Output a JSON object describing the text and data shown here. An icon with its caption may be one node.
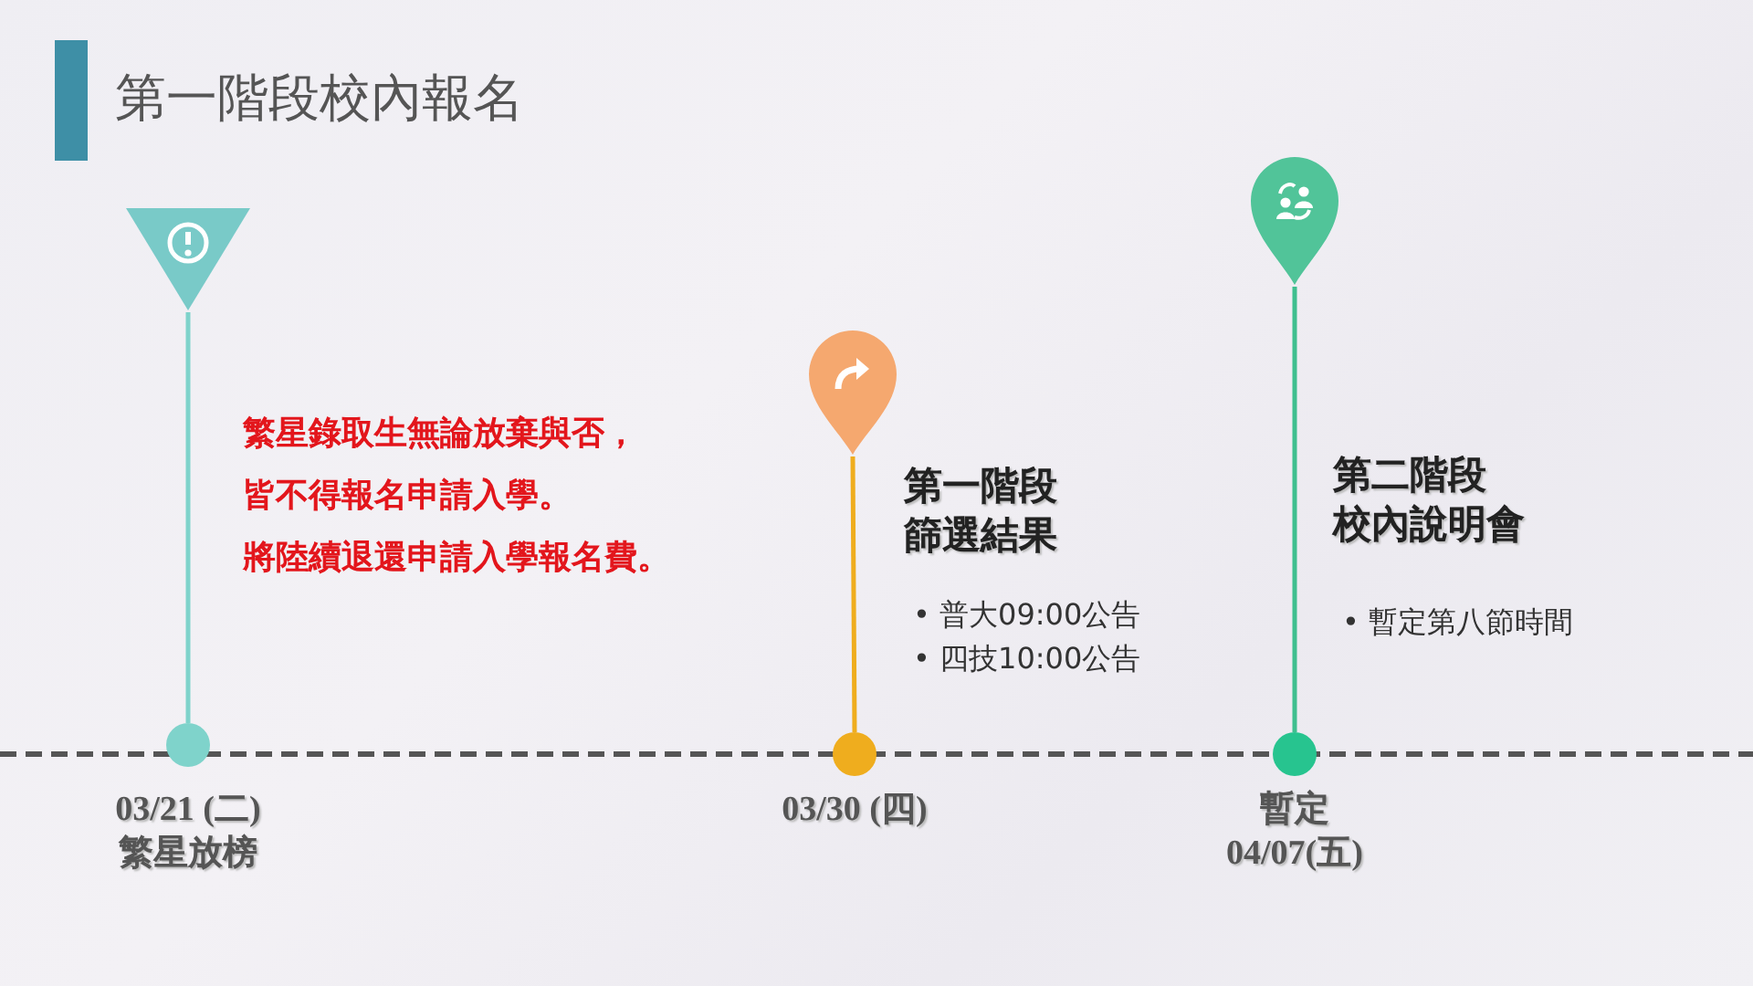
{
  "diagram": {
    "title": "第一階段校內報名",
    "nodes": [
      {
        "text": [],
        "shape": "triangle"
      },
      {
        "text": [],
        "shape": "pin"
      },
      {
        "text": [],
        "shape": "pin"
      },
      {
        "text": [],
        "shape": "circle",
        "beside": [
          "03/21 (二)",
          "繁星放榜"
        ]
      },
      {
        "text": [],
        "shape": "circle",
        "beside": [
          "03/30 (四)"
        ]
      },
      {
        "text": [],
        "shape": "circle",
        "beside": [
          "暫定",
          "04/07(五)"
        ]
      }
    ],
    "edges": [
      {
        "from": 0,
        "to": 3,
        "arrow": "none",
        "color": "#7fd3cb"
      },
      {
        "from": 1,
        "to": 4,
        "arrow": "none",
        "color": "#efad1e"
      },
      {
        "from": 2,
        "to": 5,
        "arrow": "none",
        "color": "#3fbf8f"
      }
    ],
    "labels": [
      "繁星錄取生無論放棄與否，",
      "皆不得報名申請入學。",
      "將陸續退還申請入學報名費。",
      "第一階段",
      "篩選結果",
      "• 普大09:00公告",
      "• 四技10:00公告",
      "第二階段",
      "校內說明會",
      "• 暫定第八節時間"
    ]
  }
}
